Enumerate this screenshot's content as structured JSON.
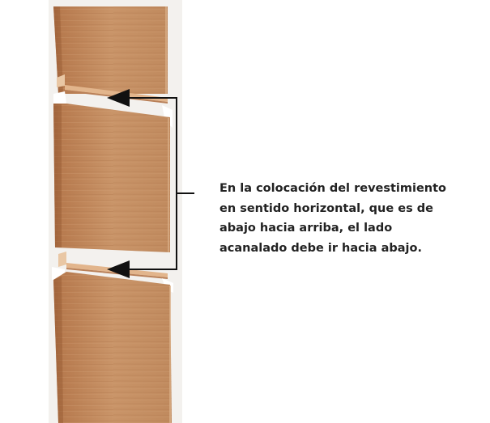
{
  "caption": {
    "lines": [
      "En la colocación del revestimiento",
      "en sentido horizontal, que es de",
      "abajo hacia arriba, el lado",
      "acanalado debe ir hacia abajo."
    ]
  },
  "colors": {
    "wood_face": "#C58E62",
    "wood_dark": "#9B5E37",
    "wood_light": "#DCB896",
    "tongue": "#E2B58C",
    "arrow": "#111111",
    "text": "#222222"
  }
}
